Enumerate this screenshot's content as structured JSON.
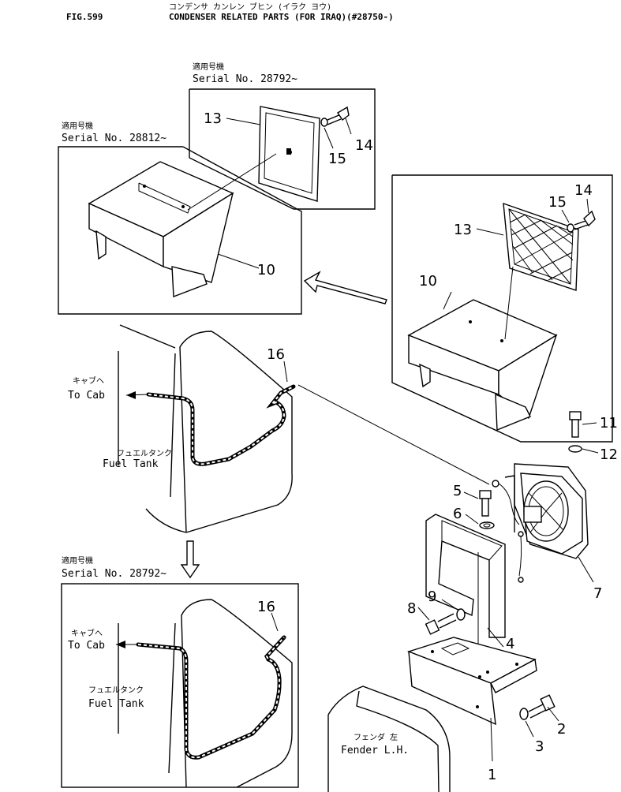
{
  "header": {
    "fig": "FIG.599",
    "title_jp": "コンデンサ カンレン ブヒン (イラク ヨウ)",
    "title": "CONDENSER RELATED PARTS (FOR IRAQ)(#28750-)"
  },
  "serial_boxes": [
    {
      "jp": "適用号機",
      "serial": "Serial No. 28792~"
    },
    {
      "jp": "適用号機",
      "serial": "Serial No. 28812~"
    },
    {
      "jp": "適用号機",
      "serial": "Serial No. 28792~"
    }
  ],
  "labels": {
    "to_cab_jp": "キャブへ",
    "to_cab": "To Cab",
    "fuel_tank_jp": "フュエルタンク",
    "fuel_tank": "Fuel Tank",
    "fender_jp": "フェンダ 左",
    "fender": "Fender L.H."
  },
  "callouts": {
    "n1": "1",
    "n2": "2",
    "n3": "3",
    "n4": "4",
    "n5": "5",
    "n6": "6",
    "n7": "7",
    "n8": "8",
    "n9": "9",
    "n10": "10",
    "n11": "11",
    "n12": "12",
    "n13": "13",
    "n14": "14",
    "n15": "15",
    "n16": "16"
  }
}
